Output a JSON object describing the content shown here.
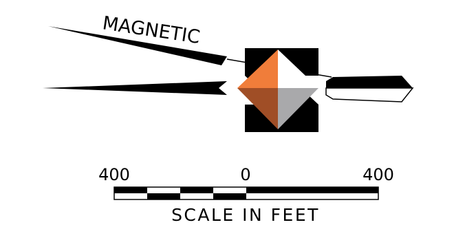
{
  "north_arrow": {
    "magnetic_label": "MAGNETIC",
    "icon": "north-arrow-icon",
    "colors": {
      "ink": "#000000",
      "paper": "#ffffff",
      "orange": "#f07d3a",
      "brown": "#a04e26",
      "gray": "#a9a9ab"
    }
  },
  "scale_bar": {
    "tick_labels": [
      "400",
      "0",
      "400"
    ],
    "caption": "SCALE IN FEET",
    "segments": [
      "black",
      "white",
      "black",
      "white",
      "black",
      "white",
      "black",
      "white"
    ]
  }
}
